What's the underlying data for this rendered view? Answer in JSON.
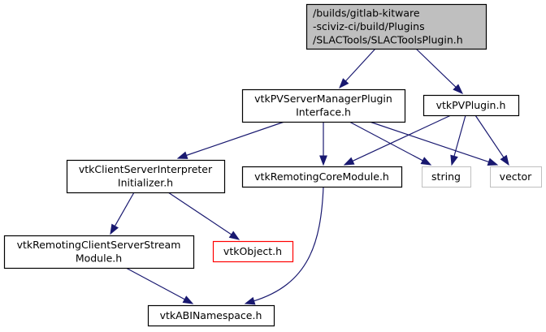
{
  "diagram": {
    "type": "include-dependency-graph",
    "colors": {
      "edge": "#191970",
      "root_fill": "#bfbfbf",
      "node_border": "#000000",
      "external_border": "#bfbfbf",
      "missing_border": "#ff0000",
      "node_fill": "#ffffff"
    },
    "nodes": [
      {
        "id": "root",
        "kind": "root",
        "lines": [
          "/builds/gitlab-kitware",
          "-sciviz-ci/build/Plugins",
          "/SLACTools/SLACToolsPlugin.h"
        ]
      },
      {
        "id": "smpi",
        "kind": "normal",
        "lines": [
          "vtkPVServerManagerPlugin",
          "Interface.h"
        ]
      },
      {
        "id": "pvplugin",
        "kind": "normal",
        "lines": [
          "vtkPVPlugin.h"
        ]
      },
      {
        "id": "csii",
        "kind": "normal",
        "lines": [
          "vtkClientServerInterpreter",
          "Initializer.h"
        ]
      },
      {
        "id": "rcore",
        "kind": "normal",
        "lines": [
          "vtkRemotingCoreModule.h"
        ]
      },
      {
        "id": "string",
        "kind": "external",
        "lines": [
          "string"
        ]
      },
      {
        "id": "vector",
        "kind": "external",
        "lines": [
          "vector"
        ]
      },
      {
        "id": "rcss",
        "kind": "normal",
        "lines": [
          "vtkRemotingClientServerStream",
          "Module.h"
        ]
      },
      {
        "id": "vtkobject",
        "kind": "missing",
        "lines": [
          "vtkObject.h"
        ]
      },
      {
        "id": "abi",
        "kind": "normal",
        "lines": [
          "vtkABINamespace.h"
        ]
      }
    ],
    "edges": [
      {
        "from": "root",
        "to": "smpi"
      },
      {
        "from": "root",
        "to": "pvplugin"
      },
      {
        "from": "smpi",
        "to": "csii"
      },
      {
        "from": "smpi",
        "to": "rcore"
      },
      {
        "from": "smpi",
        "to": "string"
      },
      {
        "from": "smpi",
        "to": "vector"
      },
      {
        "from": "pvplugin",
        "to": "rcore"
      },
      {
        "from": "pvplugin",
        "to": "string"
      },
      {
        "from": "pvplugin",
        "to": "vector"
      },
      {
        "from": "csii",
        "to": "rcss"
      },
      {
        "from": "csii",
        "to": "vtkobject"
      },
      {
        "from": "rcss",
        "to": "abi"
      },
      {
        "from": "rcore",
        "to": "abi"
      }
    ]
  }
}
